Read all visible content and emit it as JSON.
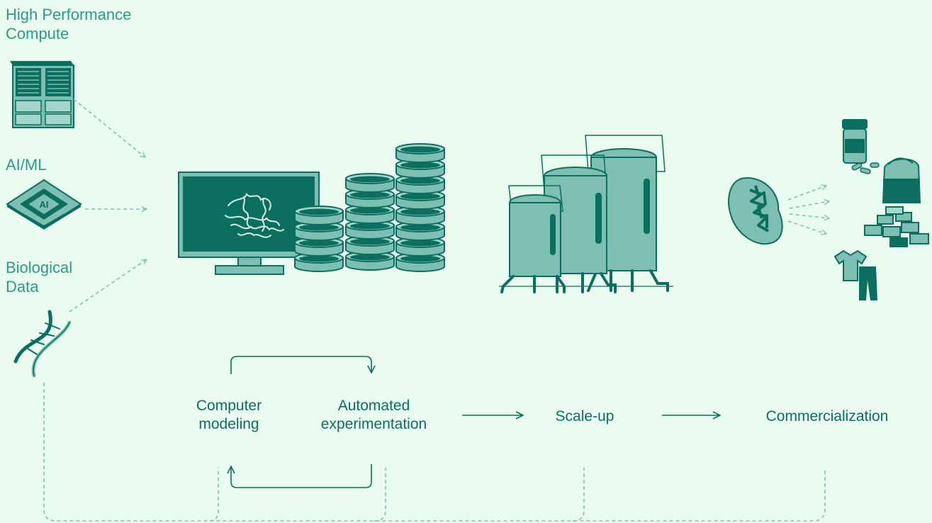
{
  "inputs": {
    "hpc": {
      "line1": "High Performance",
      "line2": "Compute",
      "icon": "server-rack-icon"
    },
    "aiml": {
      "label": "AI/ML",
      "icon": "ai-chip-icon"
    },
    "bio": {
      "line1": "Biological",
      "line2": "Data",
      "icon": "dna-helix-icon"
    }
  },
  "stages": {
    "modeling": {
      "line1": "Computer",
      "line2": "modeling"
    },
    "experimentation": {
      "line1": "Automated",
      "line2": "experimentation"
    },
    "scaleup": {
      "label": "Scale-up"
    },
    "commercialization": {
      "label": "Commercialization"
    }
  },
  "icons": {
    "monitor": "monitor-protein-icon",
    "plates": "petri-dish-stack-icon",
    "bioreactors": "bioreactor-tanks-icon",
    "microbe": "microbe-icon",
    "products": [
      "pill-bottle-icon",
      "powder-sack-icon",
      "brick-pile-icon",
      "clothing-icon"
    ]
  },
  "colors": {
    "background": "#eafcf0",
    "dark_teal": "#0c6e5f",
    "mid_teal": "#7dbfb2",
    "label_teal": "#2e9a86",
    "dashed": "#79c3b4"
  }
}
